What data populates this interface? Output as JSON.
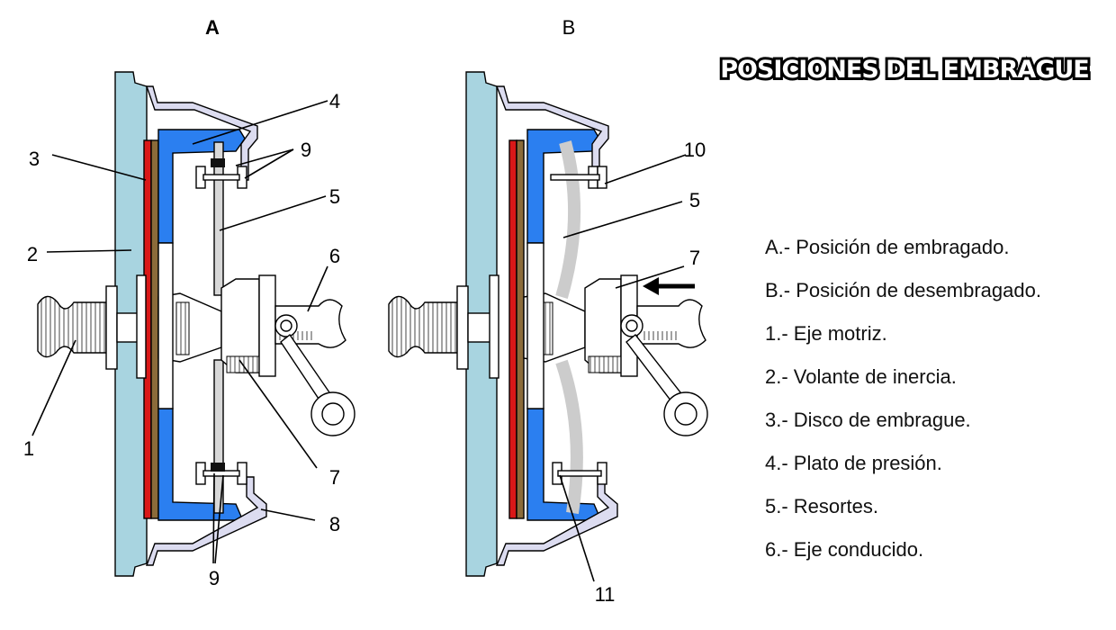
{
  "panels": {
    "a": {
      "label": "A"
    },
    "b": {
      "label": "B"
    }
  },
  "title": "POSICIONES DEL EMBRAGUE",
  "callouts_a": [
    "4",
    "9",
    "3",
    "5",
    "2",
    "6",
    "1",
    "7",
    "8",
    "9"
  ],
  "callouts_b": [
    "10",
    "5",
    "7",
    "11"
  ],
  "legend": [
    "A.- Posición de embragado.",
    "B.- Posición de desembragado.",
    "1.- Eje motriz.",
    "2.- Volante de inercia.",
    "3.- Disco de embrague.",
    "4.- Plato de presión.",
    "5.- Resortes.",
    "6.- Eje conducido."
  ],
  "colors": {
    "flywheel": "#a8d4e0",
    "pressure_plate": "#2b7ff0",
    "friction_lining": "#d91818",
    "disc": "#8b6b3a",
    "cover": "#dcdcf0",
    "spring_released": "#cccccc",
    "metal": "#ffffff"
  },
  "icons": {
    "force_arrow": "left-arrow-icon"
  }
}
